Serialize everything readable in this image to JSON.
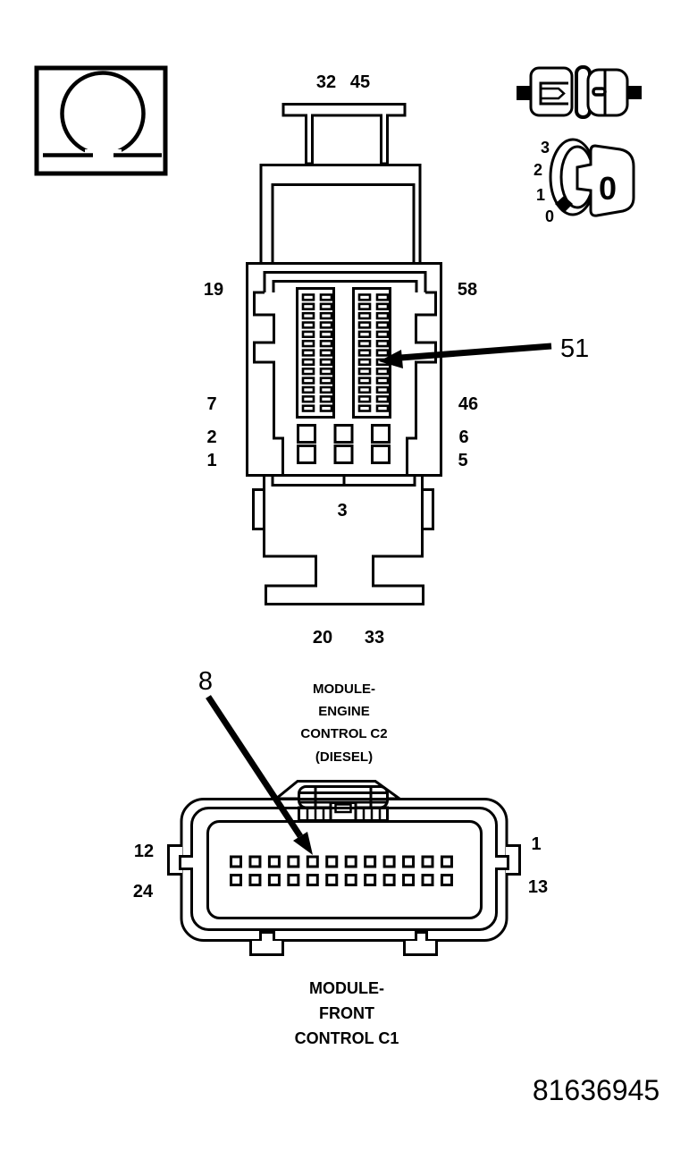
{
  "colors": {
    "ink": "#000000",
    "paper": "#ffffff"
  },
  "legend": {
    "ohm_symbol": "Ω",
    "icons": [
      "ohmmeter-symbol-icon",
      "disconnected-connector-icon",
      "ignition-switch-icon"
    ],
    "ignition": {
      "positions": [
        "3",
        "2",
        "1",
        "0"
      ],
      "key_position": "0"
    }
  },
  "connector_c2": {
    "caption_lines": [
      "MODULE-",
      "ENGINE",
      "CONTROL C2",
      "(DIESEL)"
    ],
    "labels": {
      "top_left": "32",
      "top_right": "45",
      "upper_left": "19",
      "upper_right": "58",
      "mid_left": "7",
      "mid_right": "46",
      "row2_left": "2",
      "row2_right": "6",
      "row1_left": "1",
      "row1_right": "5",
      "bottom_center": "3",
      "bottom_left": "20",
      "bottom_right": "33"
    },
    "callout_label": "51",
    "pin_grid": {
      "blocks": 2,
      "cols_per_block": 2,
      "rows": 13
    },
    "large_pins": {
      "rows": 2,
      "cols": 3
    }
  },
  "connector_c1": {
    "caption_lines": [
      "MODULE-",
      "FRONT",
      "CONTROL C1"
    ],
    "labels": {
      "left_top": "12",
      "left_bottom": "24",
      "right_top": "1",
      "right_bottom": "13"
    },
    "callout_label": "8",
    "pin_grid": {
      "rows": 2,
      "cols": 12
    }
  },
  "footer": {
    "part_number": "81636945"
  }
}
